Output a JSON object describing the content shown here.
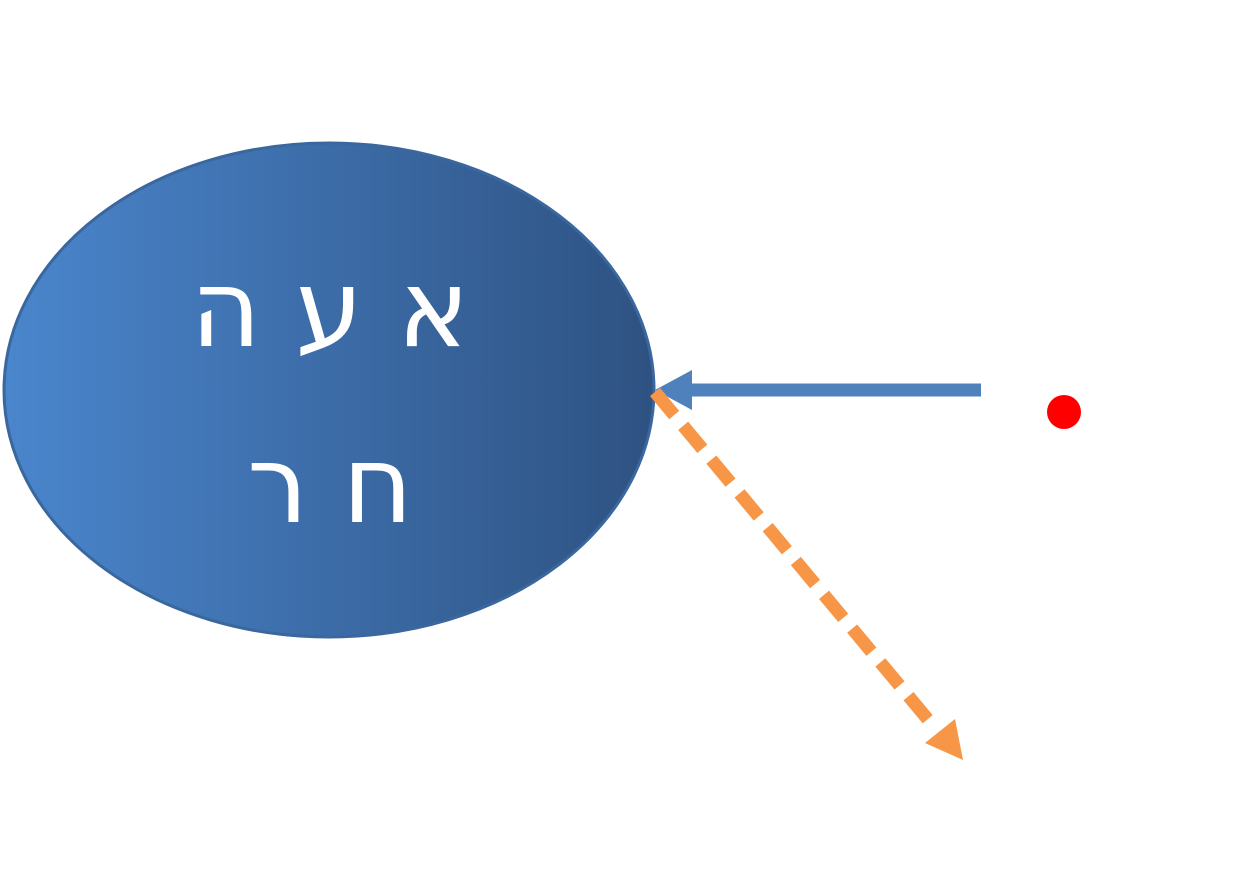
{
  "diagram": {
    "ellipse": {
      "line1": "א ע ה",
      "line2": "ח ר",
      "gradient_start": "#4a86cd",
      "gradient_end": "#2e5282",
      "outline": "#3a679e",
      "text_color": "#ffffff"
    },
    "solid_arrow": {
      "color": "#4f81bd",
      "direction": "left",
      "style": "solid"
    },
    "dashed_arrow": {
      "color": "#f79646",
      "direction": "down-right",
      "style": "dashed"
    },
    "dot": {
      "color": "#ff0000"
    }
  }
}
